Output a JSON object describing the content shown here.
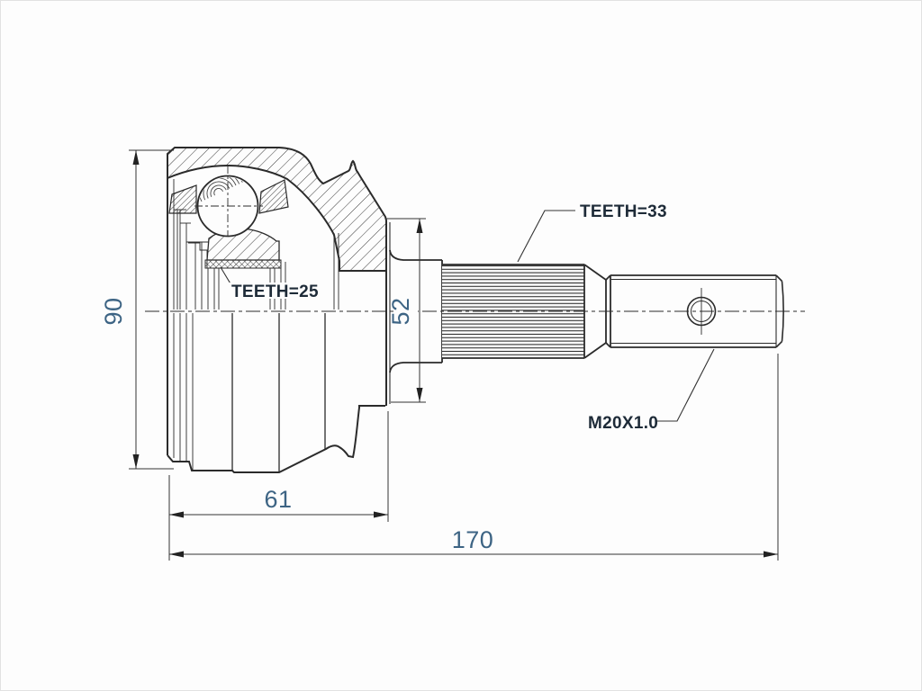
{
  "drawing": {
    "description": "CV joint outer race technical drawing, half-section view with splined shaft and threaded stub",
    "labels": {
      "teeth_inner": "TEETH=25",
      "teeth_shaft": "TEETH=33",
      "thread": "M20X1.0"
    },
    "dimensions": {
      "outer_diameter": "90",
      "flange_diameter": "52",
      "bell_length": "61",
      "overall_length": "170"
    },
    "colors": {
      "line": "#2b2b2b",
      "thin_line": "#3a3a3a",
      "dimension_text": "#3d6484",
      "label_text": "#1e2b38",
      "background": "#fdfdfd"
    }
  }
}
